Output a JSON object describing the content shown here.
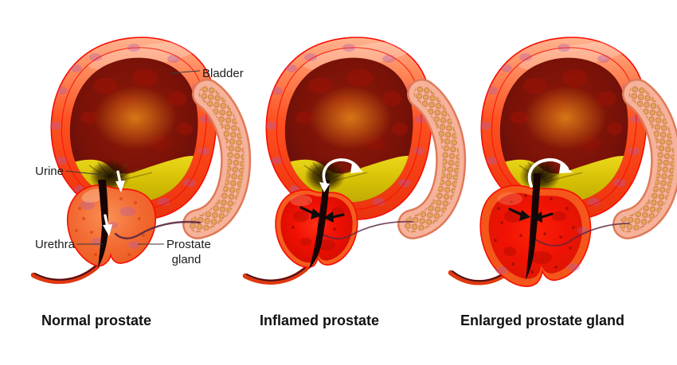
{
  "annotations": {
    "bladder": "Bladder",
    "urine": "Urine",
    "urethra": "Urethra",
    "prostate_gland": [
      "Prostate",
      "gland"
    ]
  },
  "panels": [
    {
      "id": "normal",
      "caption": "Normal prostate"
    },
    {
      "id": "inflamed",
      "caption": "Inflamed prostate"
    },
    {
      "id": "enlarged",
      "caption": "Enlarged prostate gland"
    }
  ],
  "colors": {
    "background": "#ffffff",
    "outline_red": "#f80c02",
    "bladder_wall": "#fb4d1e",
    "bladder_wall_highlight": "#ffb592",
    "cavity_interior": "#7a1208",
    "cavity_glow": "#df8018",
    "urine": "#d3be04",
    "wall_blotch": "#b05cb2",
    "vesicle_skin": "#f6b29b",
    "vesicle_cells": "#e2a45f",
    "prostate_normal": "#f26c33",
    "prostate_inflamed": "#ee1004",
    "prostate_enlarged": "#f01204",
    "prostate_rim_inflamed": "#f65c1e",
    "prostate_rim_enlarged": "#f5571a",
    "urethra_channel": "#170404",
    "duct": "#5a2640",
    "arrow_white": "#ffffff",
    "arrow_black": "#0d0d0d",
    "label_text": "#1c1c1c",
    "caption_text": "#111111",
    "leader_line": "#3a3a3a"
  }
}
